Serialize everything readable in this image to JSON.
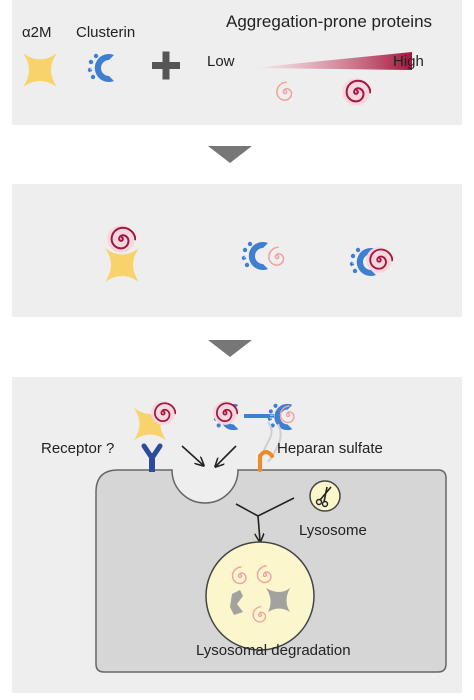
{
  "panel1": {
    "alpha2m_label": "α2M",
    "clusterin_label": "Clusterin",
    "plus_symbol": "+",
    "aggregation_title": "Aggregation-prone proteins",
    "low_label": "Low",
    "high_label": "High"
  },
  "panel3": {
    "receptor_label": "Receptor ?",
    "heparan_label": "Heparan sulfate",
    "lysosome_label": "Lysosome",
    "degradation_label": "Lysosomal degradation"
  },
  "colors": {
    "alpha2m": "#f7d36a",
    "clusterin": "#3f7fd0",
    "aggregate_high": "#a3163e",
    "aggregate_low": "#f2a0a0",
    "gradient_low": "#fde8ea",
    "gradient_high": "#a3163e",
    "panel_bg": "#eeeeee",
    "cell_bg": "#d6d6d6",
    "lysosome_fill": "#fbf6cc",
    "receptor": "#2b4c9a",
    "heparan": "#f08a24",
    "arrow_gray": "#777777"
  }
}
